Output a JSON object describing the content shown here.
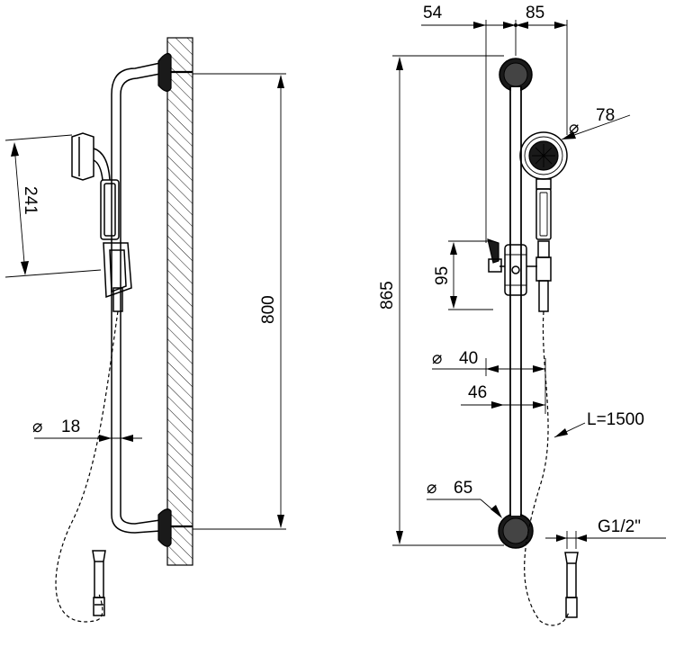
{
  "dimensions": {
    "left_view": {
      "handshower_height": "241",
      "rail_length": "800",
      "rail_diameter_symbol": "⌀",
      "rail_diameter_value": "18"
    },
    "front_view": {
      "offset_left": "54",
      "offset_right": "85",
      "total_height": "865",
      "head_diameter_symbol": "⌀",
      "head_diameter_value": "78",
      "slider_height": "95",
      "slider_diameter_symbol": "⌀",
      "slider_diameter_value": "40",
      "slider_width": "46",
      "hose_length": "L=1500",
      "flange_diameter_symbol": "⌀",
      "flange_diameter_value": "65",
      "connection_thread": "G1/2\""
    }
  }
}
